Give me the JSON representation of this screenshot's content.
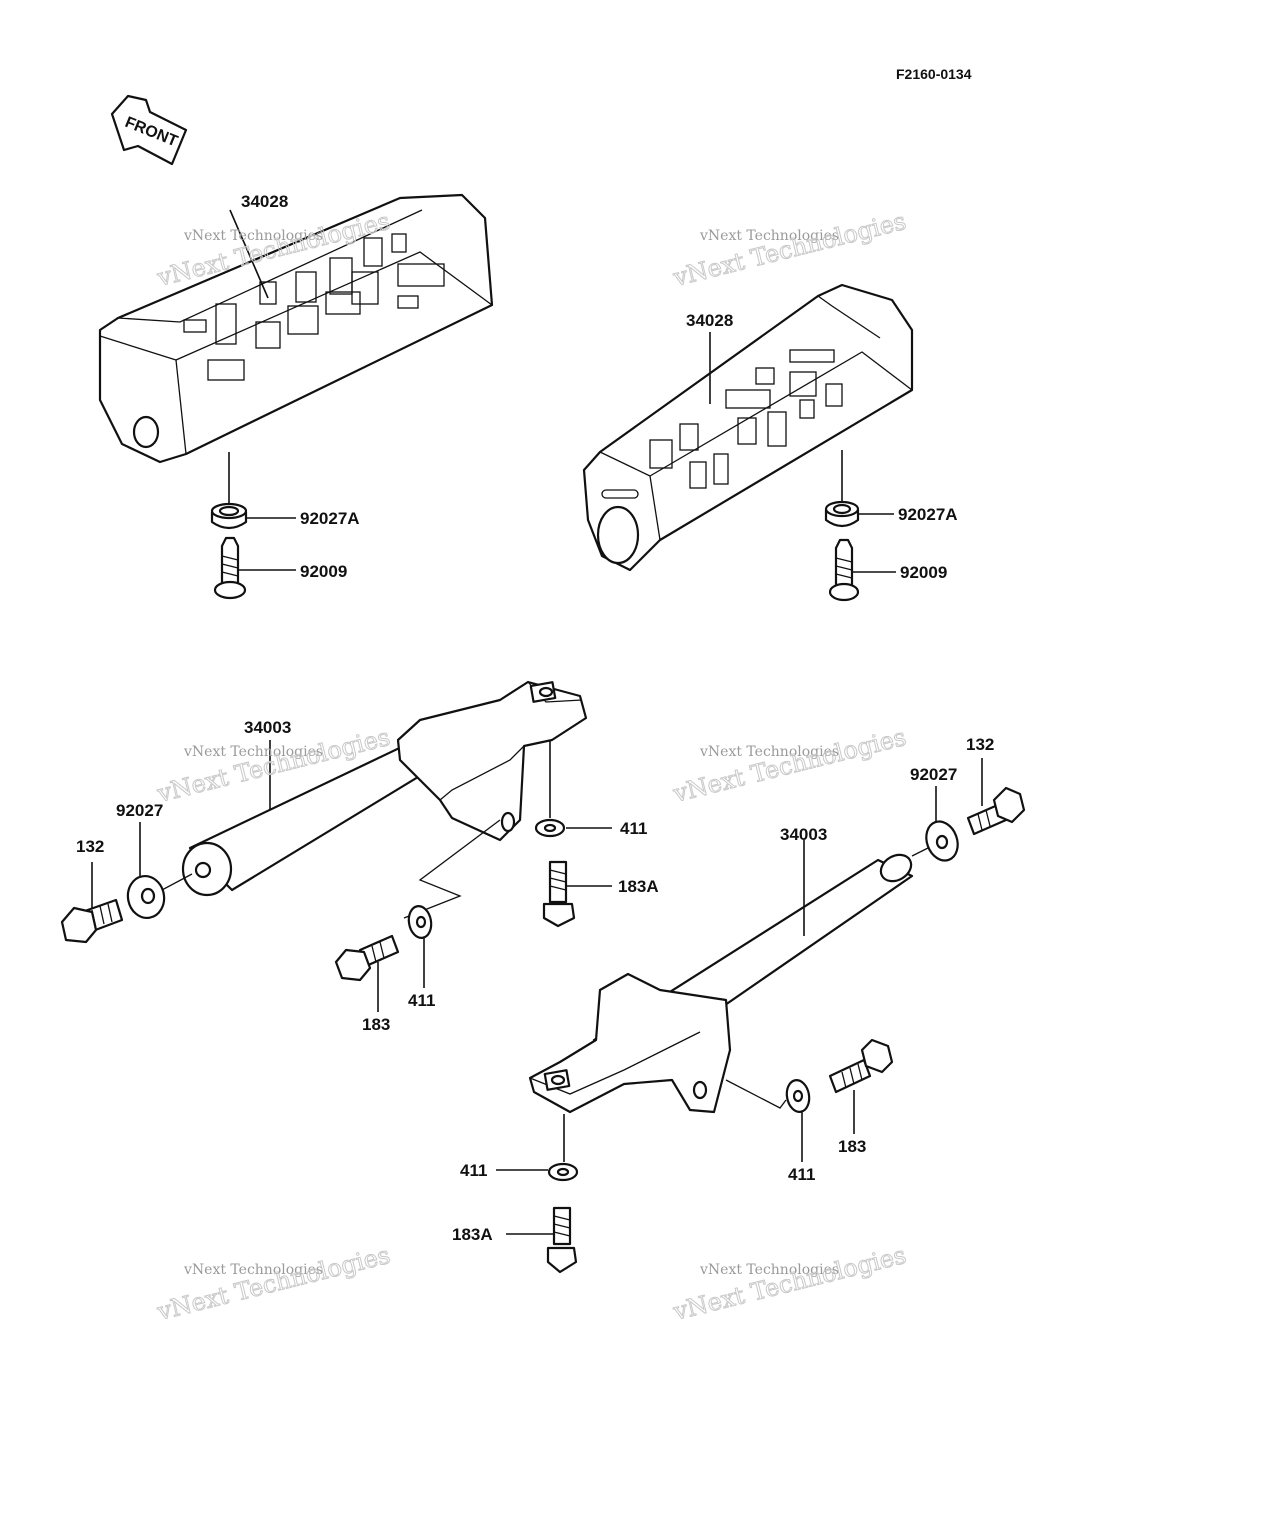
{
  "diagram": {
    "code": "F2160-0134",
    "front_label": "FRONT",
    "watermark_line1": "vNext Technologies",
    "watermark_line2": "vNext Technologies",
    "labels": {
      "footpeg_rubber": "34028",
      "collar": "92027A",
      "screw": "92009",
      "footpeg_bracket": "34003",
      "washer_pivot": "92027",
      "bolt_pivot": "132",
      "washer": "411",
      "bolt": "183",
      "bolt_a": "183A"
    }
  }
}
